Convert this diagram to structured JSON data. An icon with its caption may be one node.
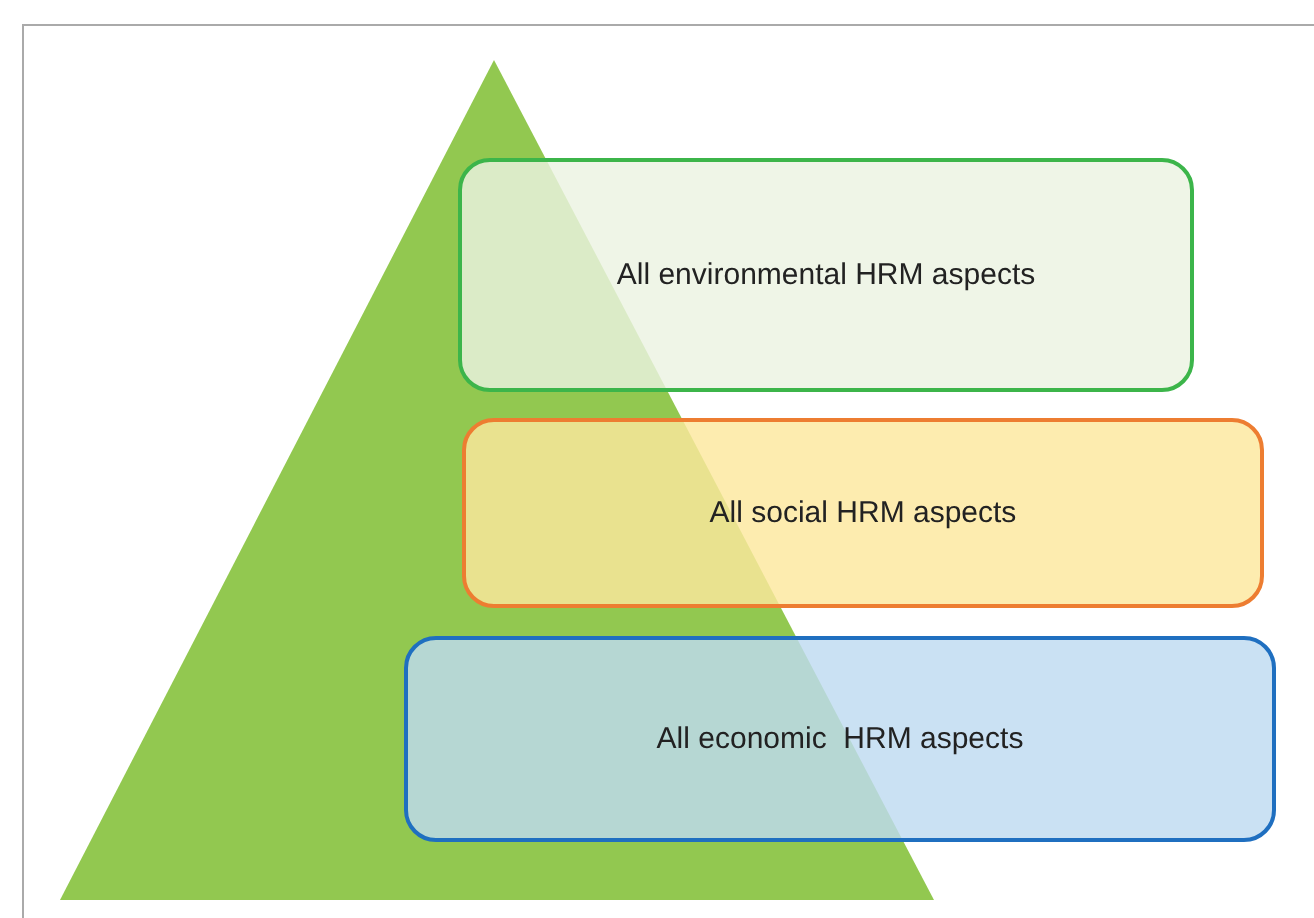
{
  "diagram": {
    "nodes": [
      {
        "text": [
          "All environmental HRM aspects"
        ]
      },
      {
        "text": [
          "All social HRM aspects"
        ]
      },
      {
        "text": [
          "All economic  HRM aspects"
        ]
      }
    ]
  }
}
